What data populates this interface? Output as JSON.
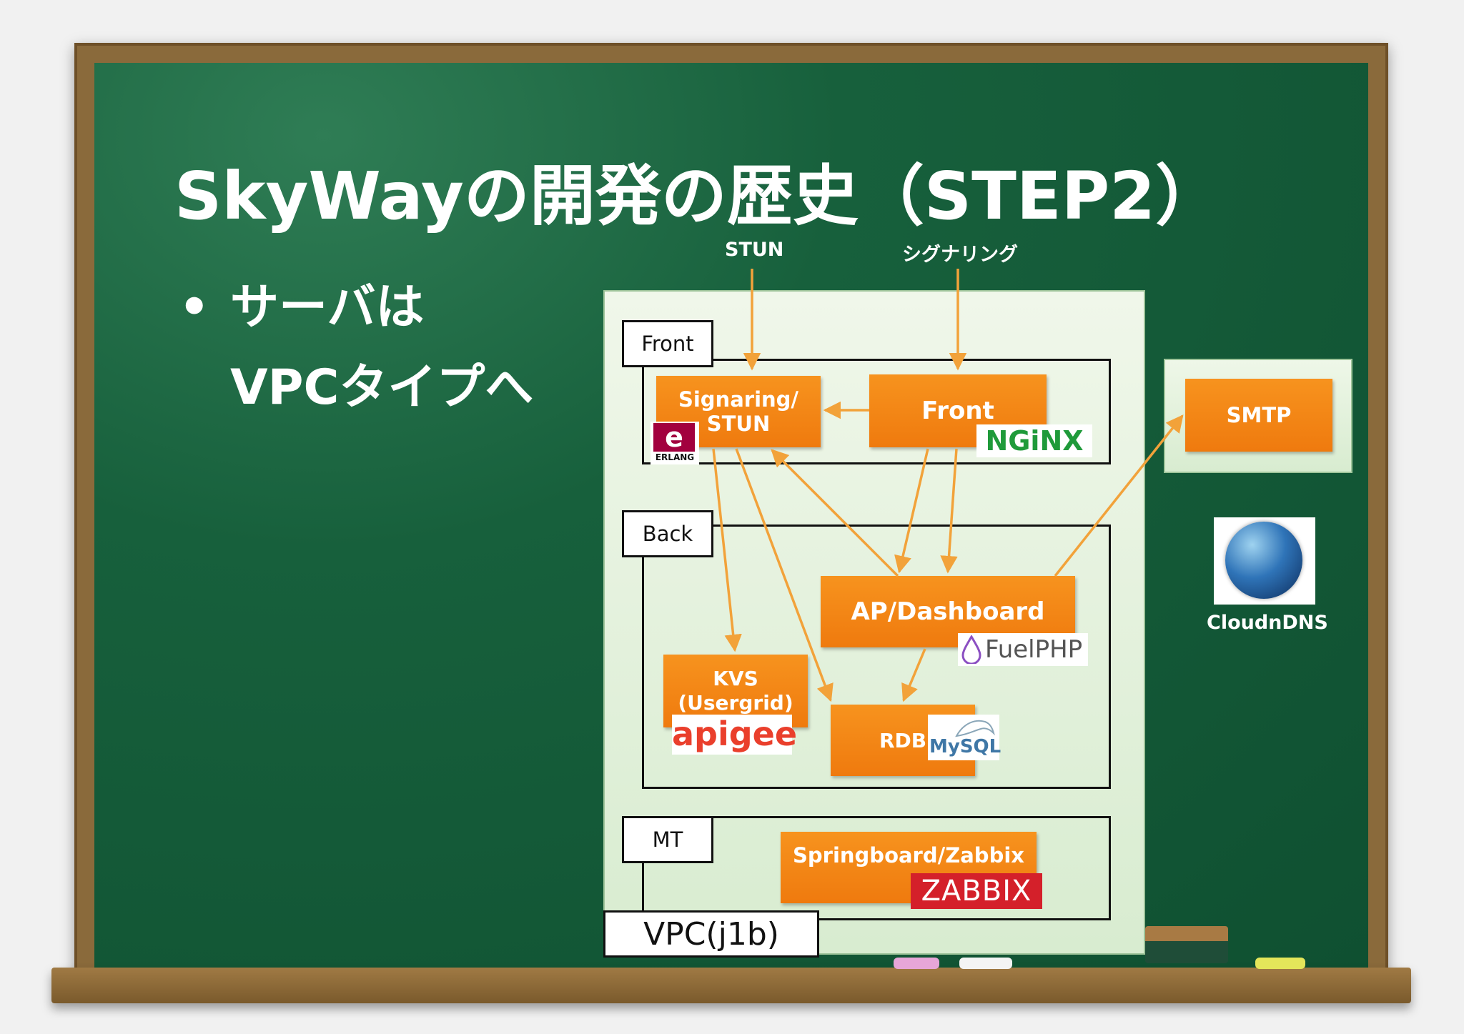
{
  "slide": {
    "title": "SkyWayの開発の歴史（STEP2）",
    "bullet_marker": "•",
    "bullet_line1": "サーバは",
    "bullet_line2": "VPCタイプへ"
  },
  "inputs": {
    "stun": "STUN",
    "signaling": "シグナリング"
  },
  "groups": {
    "front": "Front",
    "back": "Back",
    "mt": "MT",
    "vpc": "VPC(j1b)"
  },
  "nodes": {
    "signaring_stun": "Signaring/\nSTUN",
    "front": "Front",
    "ap_dashboard": "AP/Dashboard",
    "kvs": "KVS\n(Usergrid)",
    "rdb": "RDB",
    "springboard": "Springboard/Zabbix",
    "smtp": "SMTP"
  },
  "logos": {
    "erlang": "ERLANG",
    "nginx": "NGiNX",
    "fuelphp": "FuelPHP",
    "apigee": "apigee",
    "mysql": "MySQL",
    "zabbix": "ZABBIX"
  },
  "external": {
    "clouddns": "CloudnDNS"
  },
  "colors": {
    "board": "#17603c",
    "node": "#f7931e",
    "arrow": "#f2a23a",
    "nginx": "#1f9a3a",
    "zabbix": "#d4202a",
    "apigee": "#ea3f2c"
  }
}
